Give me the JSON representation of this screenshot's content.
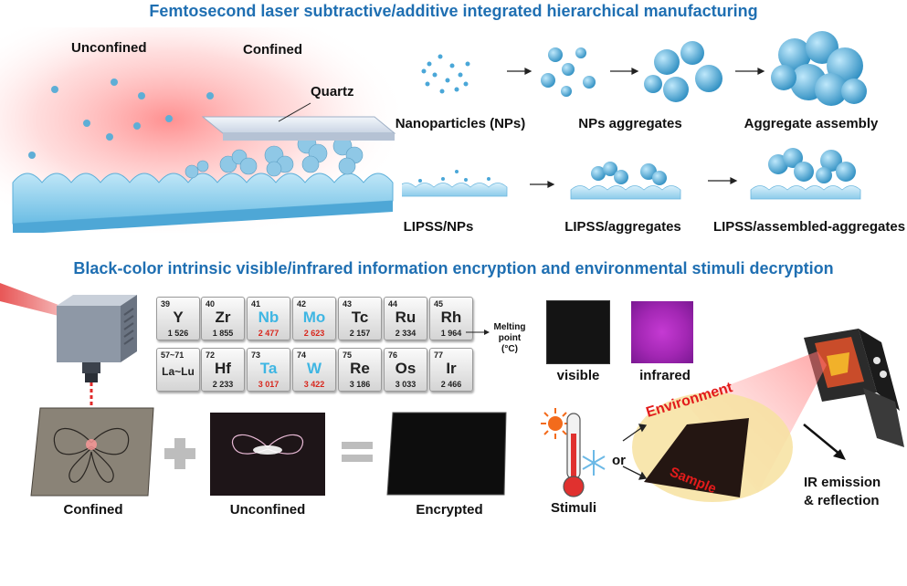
{
  "top_title": "Femtosecond laser subtractive/additive integrated hierarchical manufacturing",
  "bottom_title": "Black-color intrinsic visible/infrared information encryption and environmental stimuli decryption",
  "top_left": {
    "unconfined": "Unconfined",
    "confined": "Confined",
    "quartz": "Quartz"
  },
  "top_right": {
    "np_stages": [
      "Nanoparticles (NPs)",
      "NPs aggregates",
      "Aggregate assembly"
    ],
    "lipss_stages": [
      "LIPSS/NPs",
      "LIPSS/aggregates",
      "LIPSS/assembled-aggregates"
    ]
  },
  "elements": [
    {
      "number": "39",
      "symbol": "Y",
      "melting": "1 526",
      "hl": false
    },
    {
      "number": "40",
      "symbol": "Zr",
      "melting": "1 855",
      "hl": false
    },
    {
      "number": "41",
      "symbol": "Nb",
      "melting": "2 477",
      "hl": true
    },
    {
      "number": "42",
      "symbol": "Mo",
      "melting": "2 623",
      "hl": true
    },
    {
      "number": "43",
      "symbol": "Tc",
      "melting": "2 157",
      "hl": false
    },
    {
      "number": "44",
      "symbol": "Ru",
      "melting": "2 334",
      "hl": false
    },
    {
      "number": "45",
      "symbol": "Rh",
      "melting": "1 964",
      "hl": false
    },
    {
      "number": "57~71",
      "symbol": "La~Lu",
      "melting": "",
      "hl": false
    },
    {
      "number": "72",
      "symbol": "Hf",
      "melting": "2 233",
      "hl": false
    },
    {
      "number": "73",
      "symbol": "Ta",
      "melting": "3 017",
      "hl": true
    },
    {
      "number": "74",
      "symbol": "W",
      "melting": "3 422",
      "hl": true
    },
    {
      "number": "75",
      "symbol": "Re",
      "melting": "3 186",
      "hl": false
    },
    {
      "number": "76",
      "symbol": "Os",
      "melting": "3 033",
      "hl": false
    },
    {
      "number": "77",
      "symbol": "Ir",
      "melting": "2 466",
      "hl": false
    }
  ],
  "melting_label": {
    "line1": "Melting",
    "line2": "point",
    "line3": "(°C)"
  },
  "views": {
    "visible": "visible",
    "infrared": "infrared"
  },
  "samples": {
    "confined": "Confined",
    "unconfined": "Unconfined",
    "encrypted": "Encrypted"
  },
  "stimuli": {
    "label": "Stimuli",
    "or": "or",
    "environment": "Environment",
    "sample": "Sample"
  },
  "ir": {
    "line1": "IR emission",
    "line2": "& reflection"
  },
  "colors": {
    "title_blue": "#1f6fb2",
    "highlight": "#3fb6e3",
    "melting_red": "#d8261c",
    "label_red": "#e21b1b"
  }
}
